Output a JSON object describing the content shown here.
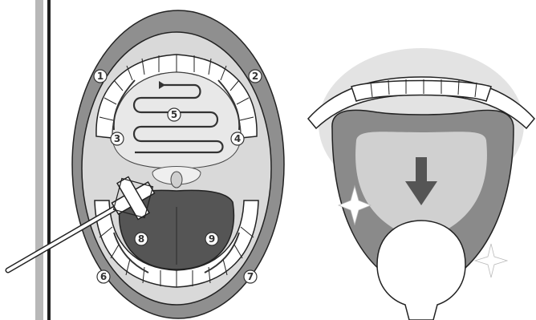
{
  "colors": {
    "background": "#ffffff",
    "side_bar": "#b8b8b8",
    "side_line": "#1e1e1e",
    "lip": "#8f8f8f",
    "lip_dark": "#6f6f6f",
    "mouth_cavity": "#d9d9d9",
    "palate": "#e8e8e8",
    "tongue": "#555555",
    "tongue_outer": "#8a8a8a",
    "tongue_inner": "#d0d0d0",
    "teeth": "#ffffff",
    "outline": "#222222",
    "arrow": "#555555",
    "sparkle": "#ffffff"
  },
  "left_figure": {
    "zones": [
      {
        "id": "1",
        "label": "①"
      },
      {
        "id": "2",
        "label": "②"
      },
      {
        "id": "3",
        "label": "③"
      },
      {
        "id": "4",
        "label": "④"
      },
      {
        "id": "5",
        "label": "⑤"
      },
      {
        "id": "6",
        "label": "⑥"
      },
      {
        "id": "7",
        "label": "⑦"
      },
      {
        "id": "8",
        "label": "⑧"
      },
      {
        "id": "9",
        "label": "⑨"
      }
    ],
    "tool": "sponge-brush-icon"
  },
  "right_figure": {
    "direction": "arrow-down-icon",
    "sparkles": 2
  }
}
